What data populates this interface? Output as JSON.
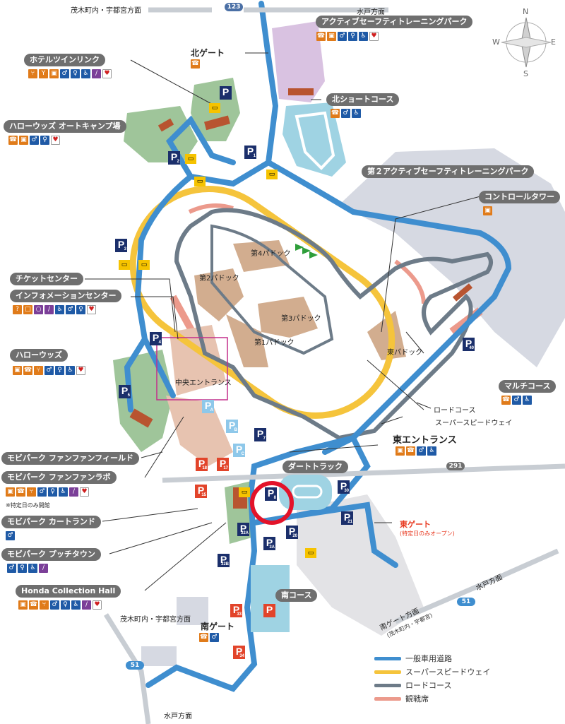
{
  "directions": {
    "top_left": "茂木町内・宇都宮方面",
    "top_right": "水戸方面",
    "bottom_left": "茂木町内・宇都宮方面",
    "bottom": "水戸方面",
    "right": "水戸方面",
    "south_gate_dir": "南ゲート方面",
    "south_gate_dir_sub": "(茂木町内・宇都宮)"
  },
  "routes": {
    "r123": "123",
    "r291": "291",
    "r51_left": "51",
    "r51_right": "51"
  },
  "compass": {
    "n": "N",
    "e": "E",
    "s": "S",
    "w": "W"
  },
  "facilities": {
    "active_safety": "アクティブセーフティトレーニングパーク",
    "north_gate": "北ゲート",
    "hotel": "ホテルツインリンク",
    "north_short": "北ショートコース",
    "hellowoods_camp": "ハローウッズ オートキャンプ場",
    "second_active": "第２アクティブセーフティトレーニングパーク",
    "control_tower": "コントロールタワー",
    "ticket_center": "チケットセンター",
    "info_center": "インフォメーションセンター",
    "hellowoods": "ハローウッズ",
    "multi_course": "マルチコース",
    "east_entrance": "東エントランス",
    "dirt_track": "ダートトラック",
    "mobi_funfun_field": "モビパーク ファンファンフィールド",
    "mobi_funfun_lab": "モビパーク ファンファンラボ",
    "mobi_cart": "モビパーク カートランド",
    "mobi_pucchi": "モビパーク プッチタウン",
    "honda_hall": "Honda Collection Hall",
    "south_course": "南コース",
    "south_gate": "南ゲート",
    "east_gate": "東ゲート",
    "east_gate_note": "(特定日のみオープン)",
    "special_days_note": "※特定日のみ開館"
  },
  "map_labels": {
    "paddock4": "第4パドック",
    "paddock2": "第2パドック",
    "paddock3": "第3パドック",
    "paddock1": "第1パドック",
    "east_paddock": "東パドック",
    "central_entrance": "中央エントランス",
    "road_course": "ロードコース",
    "super_speedway": "スーパースピードウェイ"
  },
  "parking": {
    "p1": "1",
    "p2": "2",
    "p3": "3",
    "p4": "4",
    "p5": "5",
    "p6": "6",
    "p7": "7",
    "p8": "8",
    "pa": "A",
    "pb": "B",
    "pc": "C",
    "p15": "15",
    "p17": "17",
    "p18": "18",
    "p20": "20",
    "p21": "21",
    "p30": "30",
    "p32a": "32A",
    "p32b": "32B",
    "p33": "33",
    "p34": "34",
    "p3a": "3A",
    "p40": "40"
  },
  "legend": [
    {
      "label": "一般車用道路",
      "color": "#3f8ecf"
    },
    {
      "label": "スーパースピードウェイ",
      "color": "#f5c43c"
    },
    {
      "label": "ロードコース",
      "color": "#6d7b88"
    },
    {
      "label": "観戦席",
      "color": "#ec9a8c"
    }
  ],
  "colors": {
    "road": "#3f8ecf",
    "speedway": "#f5c43c",
    "road_course": "#6d7b88",
    "stands": "#ec9a8c",
    "green": "#9fc59a",
    "course_blue": "#9fd3e3",
    "lavender": "#d9c2e1",
    "highlight": "#e3132a",
    "label_bg": "#6f6f6f"
  },
  "icon_names": {
    "phone": "phone-icon",
    "restroom": "restroom-icon",
    "wheelchair": "wheelchair-icon",
    "aed": "aed-icon",
    "restaurant": "restaurant-icon",
    "shop": "shop-icon"
  }
}
